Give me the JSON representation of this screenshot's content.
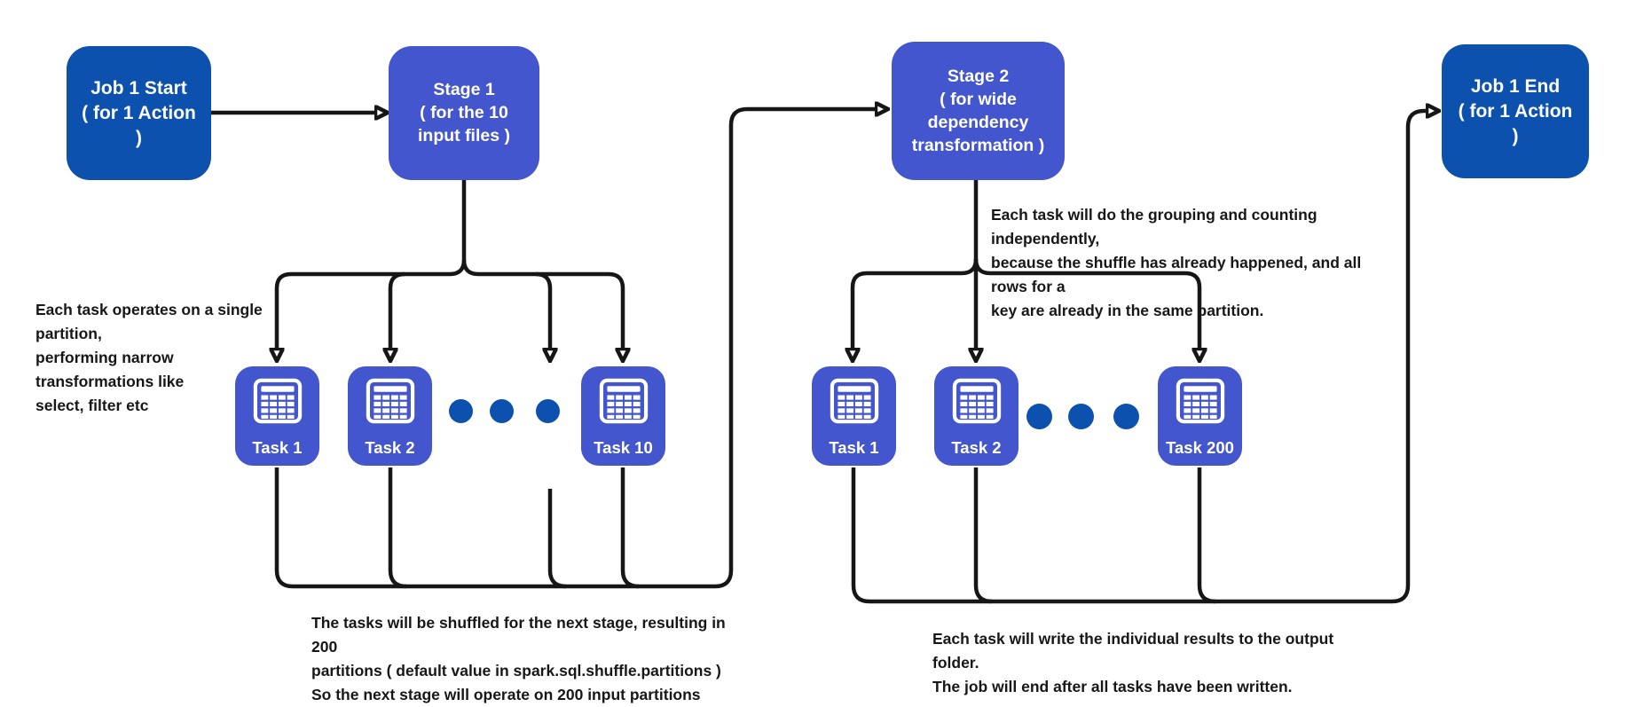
{
  "colors": {
    "dark_blue": "#0B51AD",
    "slate_blue": "#4456CD",
    "line_black": "#161616",
    "text_black": "#171717",
    "background": "#FFFFFF"
  },
  "nodes": {
    "job_start": {
      "title": "Job 1 Start",
      "subtitle": "( for 1 Action )"
    },
    "stage1": {
      "title": "Stage 1",
      "subtitle": "( for the 10 input files )"
    },
    "stage2": {
      "title": "Stage 2",
      "subtitle": "( for wide dependency transformation )"
    },
    "job_end": {
      "title": "Job 1 End",
      "subtitle": "( for 1 Action )"
    }
  },
  "stage1_tasks": {
    "labels": [
      "Task 1",
      "Task 2",
      "Task 10"
    ],
    "ellipsis_dots": 3
  },
  "stage2_tasks": {
    "labels": [
      "Task 1",
      "Task 2",
      "Task 200"
    ],
    "ellipsis_dots": 3
  },
  "annotations": {
    "narrow_note": "Each task operates on a single partition,\nperforming narrow transformations like\nselect, filter etc",
    "grouping_note": "Each task will do the grouping and counting independently,\nbecause the shuffle has already happened, and all rows for a\nkey are already in the same partition.",
    "shuffle_note": "The tasks will be shuffled for the next stage, resulting in 200\npartitions ( default value in spark.sql.shuffle.partitions )\nSo the next stage will operate on 200 input partitions",
    "output_note": "Each task will write the individual results to the output folder.\nThe job will end after all tasks have been written."
  },
  "icons": {
    "task_icon": "table-grid-icon"
  }
}
